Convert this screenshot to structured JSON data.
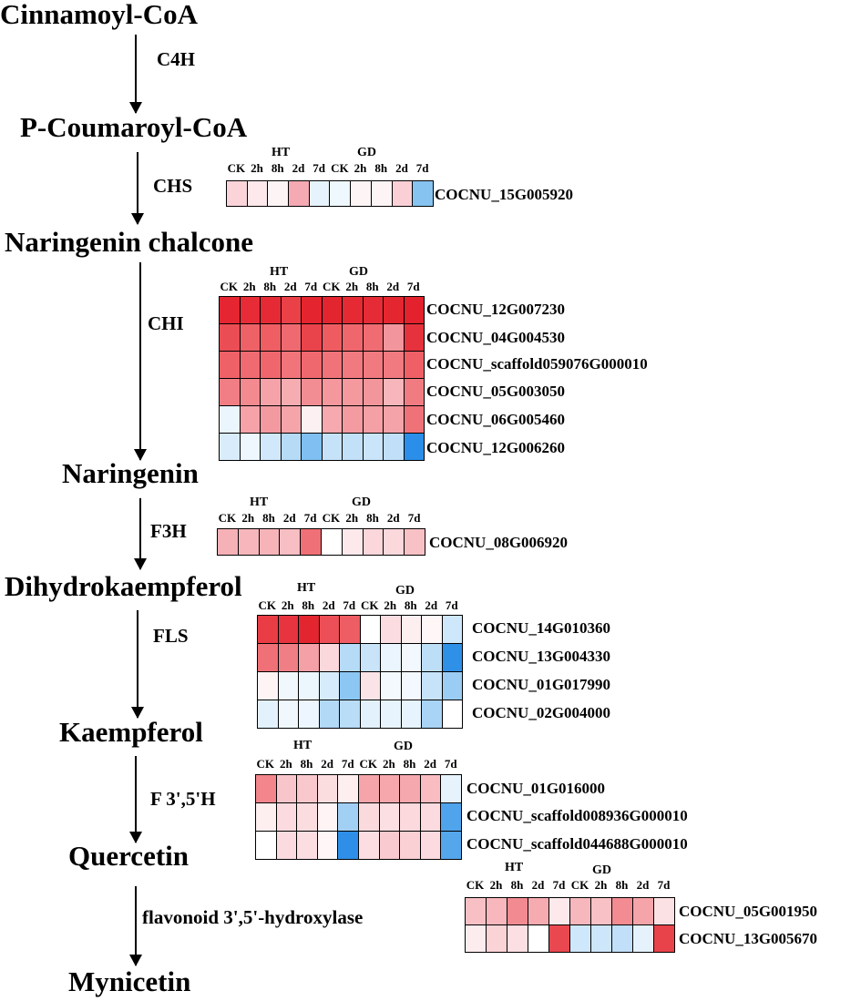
{
  "compounds": [
    {
      "id": "cinnamoyl-coa",
      "label": "Cinnamoyl-CoA"
    },
    {
      "id": "p-coumaroyl-coa",
      "label": "P-Coumaroyl-CoA"
    },
    {
      "id": "naringenin-chalcone",
      "label": "Naringenin chalcone"
    },
    {
      "id": "naringenin",
      "label": "Naringenin"
    },
    {
      "id": "dihydrokaempferol",
      "label": "Dihydrokaempferol"
    },
    {
      "id": "kaempferol",
      "label": "Kaempferol"
    },
    {
      "id": "quercetin",
      "label": "Quercetin"
    },
    {
      "id": "mynicetin",
      "label": "Mynicetin"
    }
  ],
  "steps": [
    {
      "id": "c4h",
      "enzyme": "C4H",
      "genes": []
    },
    {
      "id": "chs",
      "enzyme": "CHS",
      "genes": [
        {
          "name": "COCNU_15G005920",
          "colors": [
            "#fbd4da",
            "#fde8eb",
            "#fdf4f5",
            "#f4a9b3",
            "#e6f3fc",
            "#eef8fe",
            "#fdf4f5",
            "#fdf4f5",
            "#fad0d6",
            "#86c3f1"
          ]
        }
      ]
    },
    {
      "id": "chi",
      "enzyme": "CHI",
      "genes": [
        {
          "name": "COCNU_12G007230",
          "colors": [
            "#e52632",
            "#e72c37",
            "#e52a35",
            "#ea4048",
            "#e4242f",
            "#e32530",
            "#e52a34",
            "#e52c36",
            "#e42631",
            "#e3222d"
          ]
        },
        {
          "name": "COCNU_04G004530",
          "colors": [
            "#eb4d55",
            "#ee6167",
            "#ee5e63",
            "#ef6a70",
            "#e9434b",
            "#ee5c62",
            "#ef676d",
            "#ef6c72",
            "#f3959c",
            "#e6323c"
          ]
        },
        {
          "name": "COCNU_scaffold059076G000010",
          "colors": [
            "#ee6167",
            "#f06b71",
            "#ef676d",
            "#f07479",
            "#ef686e",
            "#f07379",
            "#f07a7f",
            "#f07a80",
            "#f07a80",
            "#ee6066"
          ]
        },
        {
          "name": "COCNU_05G003050",
          "colors": [
            "#f07e84",
            "#f28a90",
            "#f5a3a9",
            "#f6adb2",
            "#f28e93",
            "#f4989e",
            "#f4999e",
            "#f3969b",
            "#f7b6bb",
            "#f07c82"
          ]
        },
        {
          "name": "COCNU_06G005460",
          "colors": [
            "#eaf5fd",
            "#f5a3a9",
            "#f39aa0",
            "#f5a5aa",
            "#fdf0f2",
            "#f6a9ae",
            "#f39ba1",
            "#f4a0a5",
            "#f4a4a9",
            "#ef7278"
          ]
        },
        {
          "name": "COCNU_12G006260",
          "colors": [
            "#d8ecfb",
            "#eef7fe",
            "#d1e8fa",
            "#b6dbf6",
            "#7fbff1",
            "#c6e2f8",
            "#c2e0f8",
            "#cae4f9",
            "#c1dff8",
            "#2b8ee8"
          ]
        }
      ]
    },
    {
      "id": "f3h",
      "enzyme": "F3H",
      "genes": [
        {
          "name": "COCNU_08G006920",
          "colors": [
            "#f6b1b6",
            "#f6b6bb",
            "#f6b4b9",
            "#f7bec3",
            "#ef7076",
            "#ffffff",
            "#fde9ec",
            "#fbd6da",
            "#fbd8dc",
            "#f8c1c6"
          ]
        }
      ]
    },
    {
      "id": "fls",
      "enzyme": "FLS",
      "genes": [
        {
          "name": "COCNU_14G010360",
          "colors": [
            "#ea3c45",
            "#e8343e",
            "#e32530",
            "#ec4f57",
            "#ee5d63",
            "#ffffff",
            "#fbdde1",
            "#fdeef0",
            "#fef6f7",
            "#cfe7fa"
          ]
        },
        {
          "name": "COCNU_13G004330",
          "colors": [
            "#f07077",
            "#f07f85",
            "#f4a0a6",
            "#fbd8dc",
            "#b6dbf6",
            "#c9e3f9",
            "#eaf5fd",
            "#f2f8fe",
            "#bddef7",
            "#2f90e8"
          ]
        },
        {
          "name": "COCNU_01G017990",
          "colors": [
            "#fef4f5",
            "#f0f8fe",
            "#ecf6fd",
            "#d6ebfb",
            "#8cc6f2",
            "#fbe4e7",
            "#f4f9fe",
            "#f3f9fe",
            "#c7e3f9",
            "#9bcdf4"
          ]
        },
        {
          "name": "COCNU_02G004000",
          "colors": [
            "#e2f1fc",
            "#f0f8fe",
            "#edf6fe",
            "#b2d9f6",
            "#b9dcf7",
            "#e3f1fc",
            "#e8f4fd",
            "#e7f3fd",
            "#a9d4f5",
            "#ffffff"
          ]
        }
      ]
    },
    {
      "id": "f35h",
      "enzyme": "F 3',5'H",
      "genes": [
        {
          "name": "COCNU_01G016000",
          "colors": [
            "#f2868c",
            "#f8c5ca",
            "#f9c8cd",
            "#fbdde0",
            "#fdeef0",
            "#f5a5aa",
            "#f6a7ac",
            "#f5a8ad",
            "#f8bcc1",
            "#e6f3fc"
          ]
        },
        {
          "name": "COCNU_scaffold008936G000010",
          "colors": [
            "#fdeef0",
            "#fbdbdf",
            "#fbdde0",
            "#fef4f5",
            "#a2d0f4",
            "#fadadd",
            "#fcdfe3",
            "#fbd9dd",
            "#fbdbdf",
            "#50a4ec"
          ]
        },
        {
          "name": "COCNU_scaffold044688G000010",
          "colors": [
            "#ffffff",
            "#fbdbdf",
            "#fcdee2",
            "#fef6f7",
            "#2f8fe8",
            "#fcdee2",
            "#f9cacf",
            "#fad0d4",
            "#fbdbdf",
            "#55a7ec"
          ]
        }
      ]
    },
    {
      "id": "flavonoid-35-hydroxylase",
      "enzyme": "flavonoid 3',5'-hydroxylase",
      "genes": [
        {
          "name": "COCNU_05G001950",
          "colors": [
            "#f8c0c5",
            "#f7b7bc",
            "#f28b91",
            "#f6abb0",
            "#fde9eb",
            "#f7b8bd",
            "#f8c1c6",
            "#f28c92",
            "#f5a5aa",
            "#fbe1e4"
          ]
        },
        {
          "name": "COCNU_13G005670",
          "colors": [
            "#fdecee",
            "#fad3d7",
            "#fcdfe2",
            "#ffffff",
            "#ea4850",
            "#cfe7fa",
            "#cde6fa",
            "#c1dff8",
            "#e5f2fc",
            "#e8424b"
          ]
        }
      ]
    }
  ],
  "groups": [
    "HT",
    "GD"
  ],
  "columns": [
    "CK",
    "2h",
    "8h",
    "2d",
    "7d",
    "CK",
    "2h",
    "8h",
    "2d",
    "7d"
  ]
}
